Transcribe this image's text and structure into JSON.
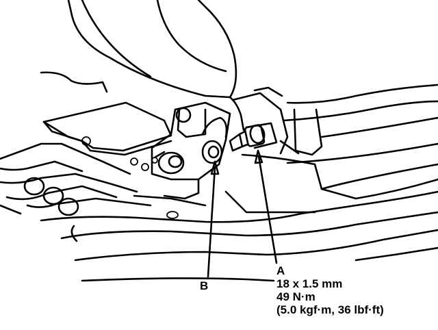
{
  "callouts": {
    "b": {
      "label": "B"
    },
    "a": {
      "label": "A",
      "size": "18 x 1.5 mm",
      "torque": "49 N·m",
      "torque_alt": "(5.0 kgf·m, 36 lbf·ft)"
    }
  }
}
